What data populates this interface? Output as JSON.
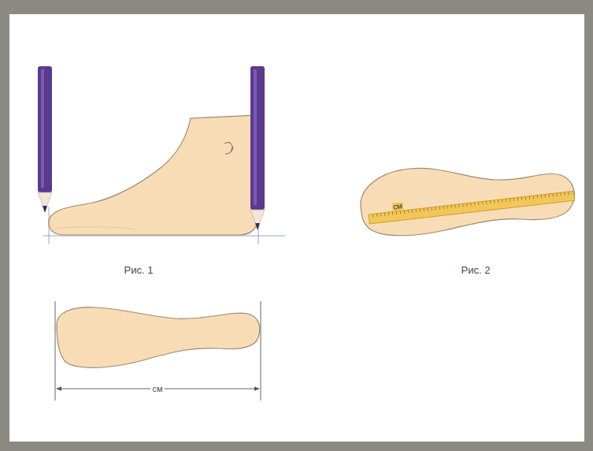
{
  "diagram": {
    "labels": [
      "см",
      "Рис. 1",
      "Рис. 2",
      "см"
    ]
  }
}
